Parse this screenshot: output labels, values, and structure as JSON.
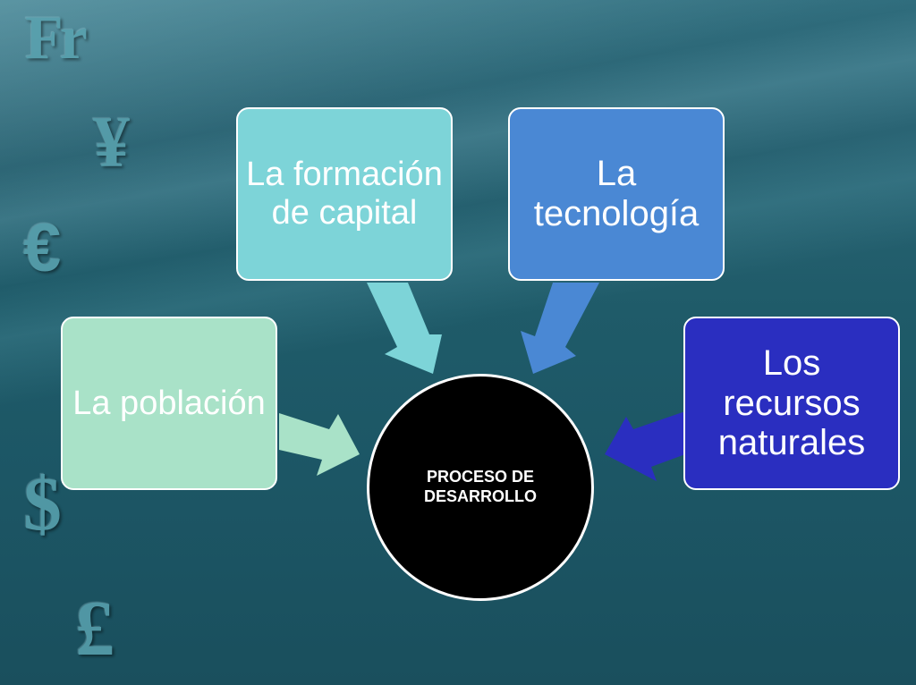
{
  "background": {
    "symbols": [
      {
        "name": "franc-symbol",
        "glyph": "Fr"
      },
      {
        "name": "yen-symbol",
        "glyph": "¥"
      },
      {
        "name": "euro-symbol",
        "glyph": "€"
      },
      {
        "name": "dollar-symbol",
        "glyph": "$"
      },
      {
        "name": "pound-symbol",
        "glyph": "£"
      }
    ]
  },
  "diagram": {
    "center": {
      "label": "PROCESO DE\nDESARROLLO",
      "color": "#000000"
    },
    "nodes": [
      {
        "id": "poblacion",
        "label": "La población",
        "color": "#a9e2c8",
        "arrow_color": "#a9e2c8"
      },
      {
        "id": "capital",
        "label": "La formación de capital",
        "color": "#7dd4d8",
        "arrow_color": "#7dd4d8"
      },
      {
        "id": "tecnologia",
        "label": "La tecnología",
        "color": "#4a88d4",
        "arrow_color": "#4a88d4"
      },
      {
        "id": "recursos",
        "label": "Los recursos naturales",
        "color": "#2a2ec0",
        "arrow_color": "#2a2ec0"
      }
    ]
  }
}
